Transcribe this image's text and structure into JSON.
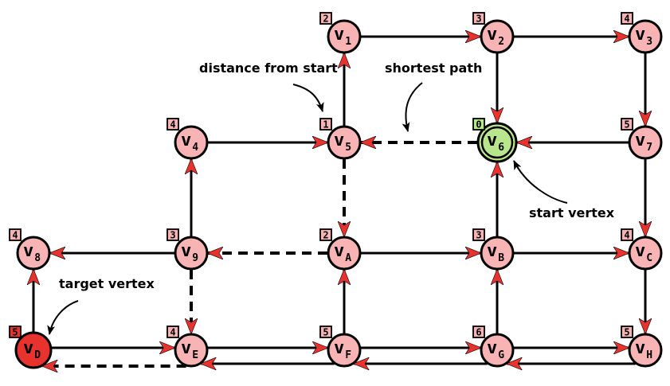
{
  "colors": {
    "node": "#f8b4b4",
    "start_node": "#b8e68c",
    "target_node": "#e8322e",
    "badge": "#f8b4b4",
    "start_badge": "#b8e68c",
    "target_badge": "#e8322e",
    "arrowhead": "#e8322e",
    "edge": "#000000"
  },
  "vertex_letter": "v",
  "vertices": [
    {
      "id": "1",
      "sub": "1",
      "dist": "2",
      "role": "normal"
    },
    {
      "id": "2",
      "sub": "2",
      "dist": "3",
      "role": "normal"
    },
    {
      "id": "3",
      "sub": "3",
      "dist": "4",
      "role": "normal"
    },
    {
      "id": "4",
      "sub": "4",
      "dist": "4",
      "role": "normal"
    },
    {
      "id": "5",
      "sub": "5",
      "dist": "1",
      "role": "normal"
    },
    {
      "id": "6",
      "sub": "6",
      "dist": "0",
      "role": "start"
    },
    {
      "id": "7",
      "sub": "7",
      "dist": "5",
      "role": "normal"
    },
    {
      "id": "8",
      "sub": "8",
      "dist": "4",
      "role": "normal"
    },
    {
      "id": "9",
      "sub": "9",
      "dist": "3",
      "role": "normal"
    },
    {
      "id": "A",
      "sub": "A",
      "dist": "2",
      "role": "normal"
    },
    {
      "id": "B",
      "sub": "B",
      "dist": "3",
      "role": "normal"
    },
    {
      "id": "C",
      "sub": "C",
      "dist": "4",
      "role": "normal"
    },
    {
      "id": "D",
      "sub": "D",
      "dist": "5",
      "role": "target"
    },
    {
      "id": "E",
      "sub": "E",
      "dist": "4",
      "role": "normal"
    },
    {
      "id": "F",
      "sub": "F",
      "dist": "5",
      "role": "normal"
    },
    {
      "id": "G",
      "sub": "G",
      "dist": "6",
      "role": "normal"
    },
    {
      "id": "H",
      "sub": "H",
      "dist": "5",
      "role": "normal"
    }
  ],
  "edges": [
    {
      "from": "1",
      "to": "2",
      "style": "solid"
    },
    {
      "from": "2",
      "to": "3",
      "style": "solid"
    },
    {
      "from": "2",
      "to": "6",
      "style": "solid"
    },
    {
      "from": "3",
      "to": "7",
      "style": "solid"
    },
    {
      "from": "5",
      "to": "1",
      "style": "solid"
    },
    {
      "from": "4",
      "to": "5",
      "style": "solid"
    },
    {
      "from": "6",
      "to": "5",
      "style": "dashed"
    },
    {
      "from": "7",
      "to": "6",
      "style": "solid"
    },
    {
      "from": "7",
      "to": "C",
      "style": "solid"
    },
    {
      "from": "5",
      "to": "A",
      "style": "dashed"
    },
    {
      "from": "9",
      "to": "4",
      "style": "solid"
    },
    {
      "from": "9",
      "to": "8",
      "style": "solid"
    },
    {
      "from": "A",
      "to": "9",
      "style": "dashed"
    },
    {
      "from": "A",
      "to": "B",
      "style": "solid"
    },
    {
      "from": "B",
      "to": "6",
      "style": "solid"
    },
    {
      "from": "B",
      "to": "C",
      "style": "solid"
    },
    {
      "from": "9",
      "to": "E",
      "style": "dashed"
    },
    {
      "from": "D",
      "to": "8",
      "style": "solid"
    },
    {
      "from": "D",
      "to": "E",
      "style": "solid"
    },
    {
      "from": "E",
      "to": "D",
      "style": "dashed"
    },
    {
      "from": "E",
      "to": "F",
      "style": "solid"
    },
    {
      "from": "F",
      "to": "E",
      "style": "solid"
    },
    {
      "from": "F",
      "to": "A",
      "style": "solid"
    },
    {
      "from": "F",
      "to": "G",
      "style": "solid"
    },
    {
      "from": "G",
      "to": "F",
      "style": "solid"
    },
    {
      "from": "G",
      "to": "B",
      "style": "solid"
    },
    {
      "from": "G",
      "to": "H",
      "style": "solid"
    },
    {
      "from": "H",
      "to": "G",
      "style": "solid"
    },
    {
      "from": "C",
      "to": "H",
      "style": "solid"
    }
  ],
  "annotations": {
    "distance_from_start": "distance from start",
    "shortest_path": "shortest path",
    "start_vertex": "start vertex",
    "target_vertex": "target vertex"
  }
}
